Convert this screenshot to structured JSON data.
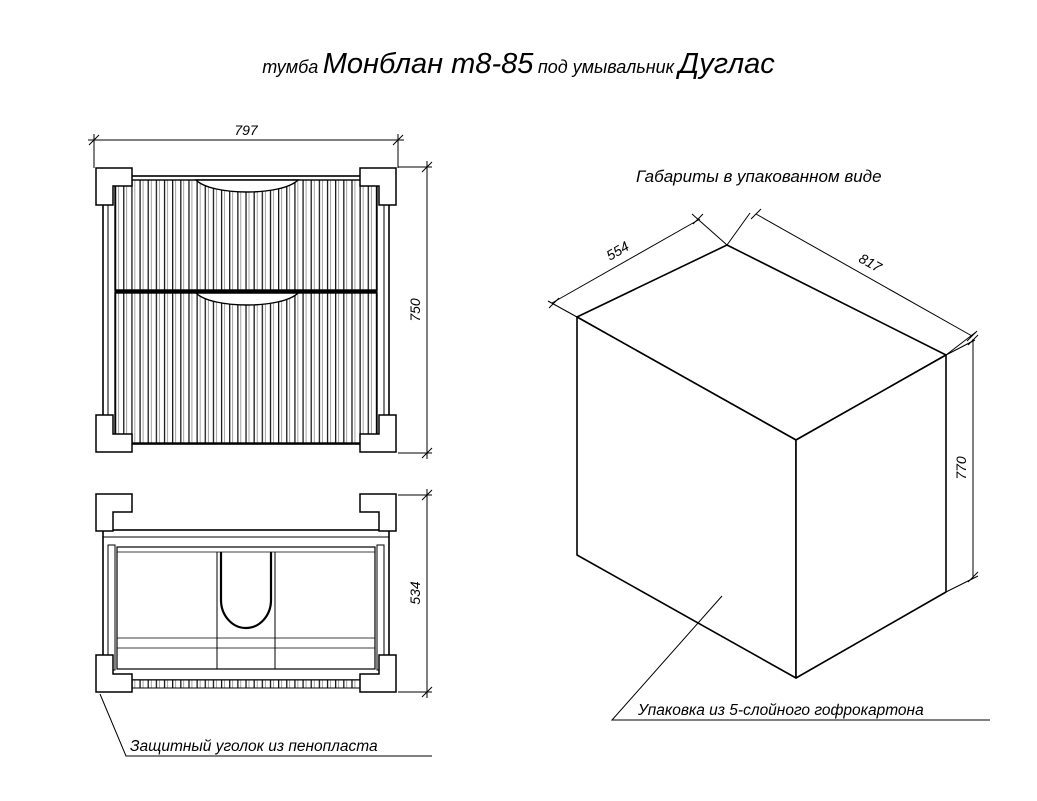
{
  "title": {
    "part1": "тумба",
    "part2": "Монблан т8-85",
    "part3": "под умывальник",
    "part4": "Дуглас"
  },
  "front_view": {
    "width_label": "797",
    "height_label": "750"
  },
  "top_view": {
    "depth_label": "534",
    "callout": "Защитный уголок из пенопласта"
  },
  "package": {
    "heading": "Габариты в упакованном виде",
    "depth_label": "554",
    "width_label": "817",
    "height_label": "770",
    "callout": "Упаковка из 5-слойного гофрокартона"
  }
}
